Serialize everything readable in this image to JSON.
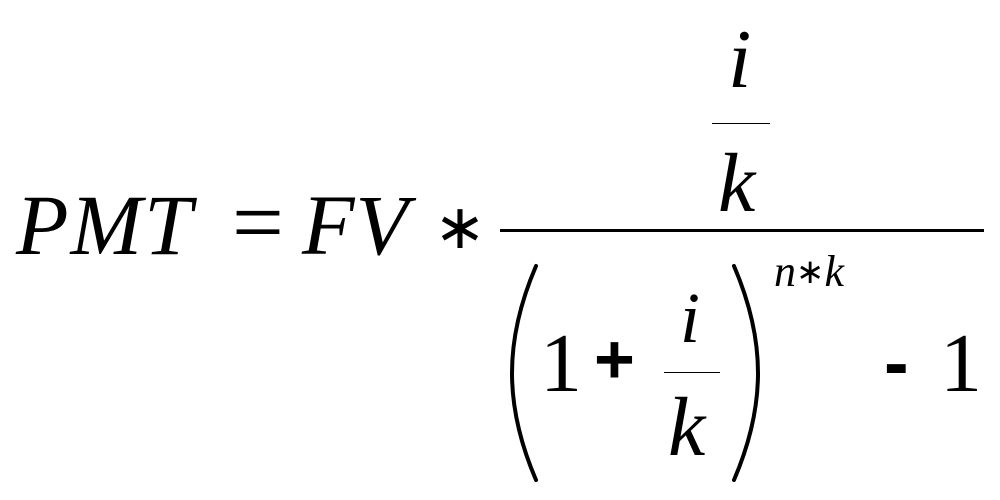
{
  "formula": {
    "lhs": "PMT",
    "equals": "=",
    "fv": "FV",
    "multiply": "∗",
    "numerator": {
      "top": "i",
      "bottom": "k"
    },
    "denominator": {
      "one": "1",
      "plus": "+",
      "fraction": {
        "top": "i",
        "bottom": "k"
      },
      "exponent": {
        "left": "n",
        "operator": "∗",
        "right": "k"
      },
      "minus": "-",
      "one_end": "1"
    }
  }
}
